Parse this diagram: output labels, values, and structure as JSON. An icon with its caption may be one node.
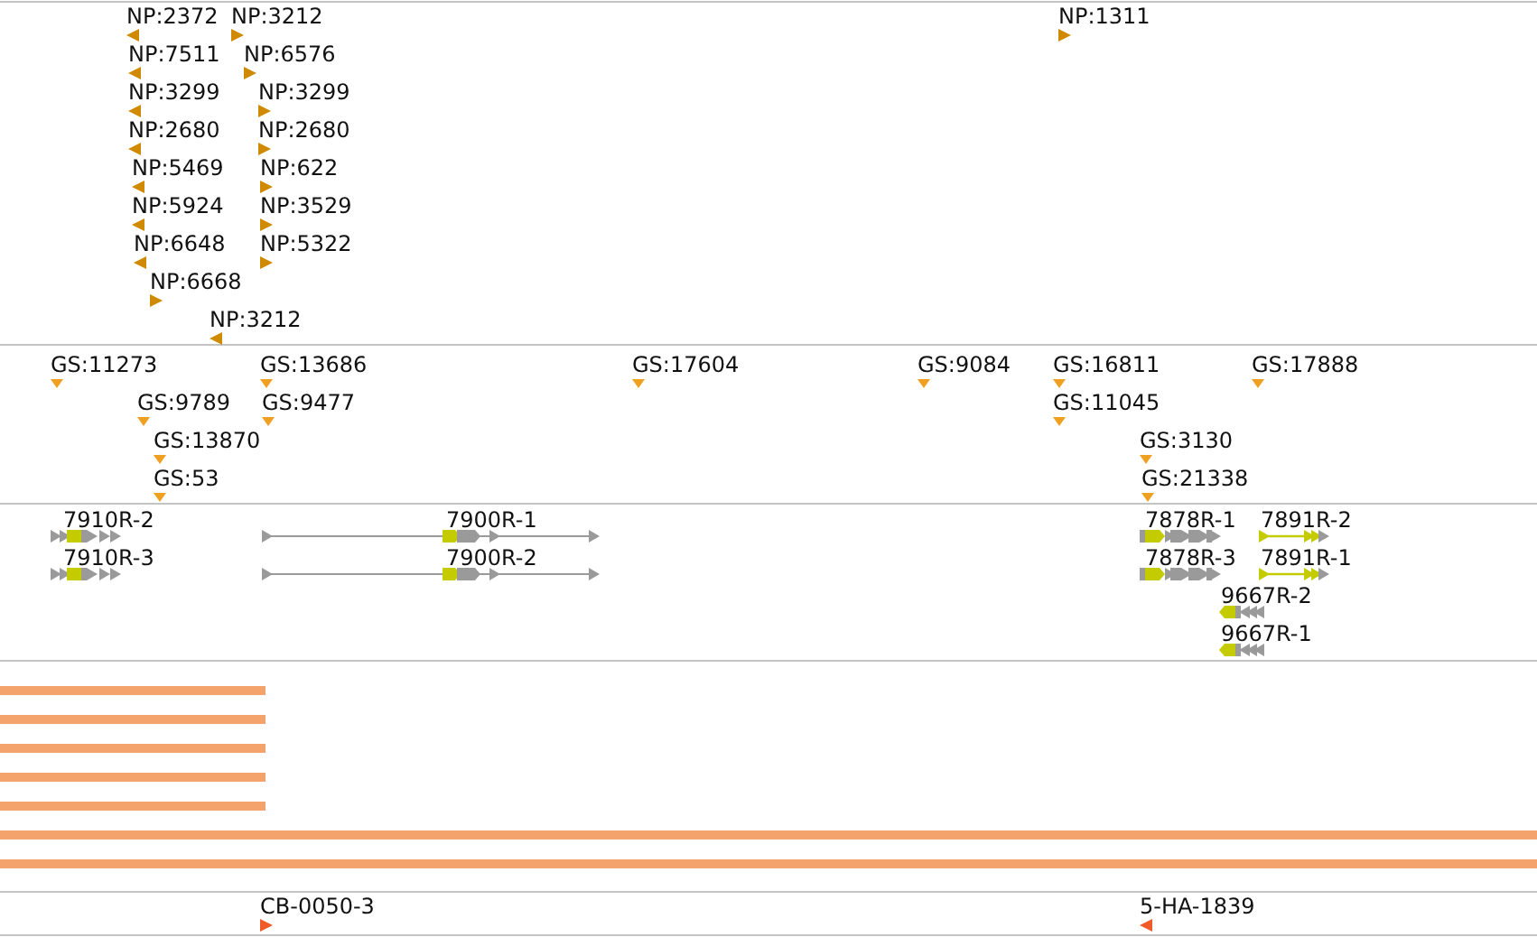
{
  "diagram": {
    "labels": [
      "NP:2372",
      "NP:3212",
      "NP:1311",
      "NP:7511",
      "NP:6576",
      "NP:3299",
      "NP:3299",
      "NP:2680",
      "NP:2680",
      "NP:5469",
      "NP:622",
      "NP:5924",
      "NP:3529",
      "NP:6648",
      "NP:5322",
      "NP:6668",
      "NP:3212",
      "GS:11273",
      "GS:13686",
      "GS:17604",
      "GS:9084",
      "GS:16811",
      "GS:17888",
      "GS:9789",
      "GS:9477",
      "GS:11045",
      "GS:13870",
      "GS:3130",
      "GS:53",
      "GS:21338",
      "7910R-2",
      "7900R-1",
      "7878R-1",
      "7891R-2",
      "7910R-3",
      "7900R-2",
      "7878R-3",
      "7891R-1",
      "9667R-2",
      "9667R-1",
      "CB-0050-3",
      "5-HA-1839"
    ]
  }
}
